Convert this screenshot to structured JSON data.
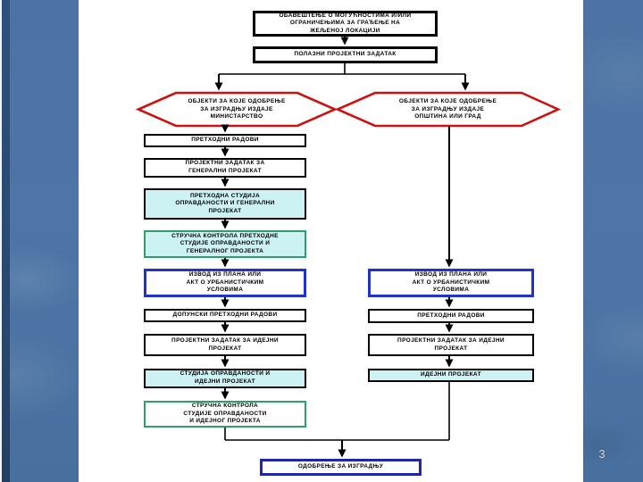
{
  "slide": {
    "page_number": "3"
  },
  "colors": {
    "bg": "#4c73a3",
    "bg_dark_bar": "#2b4d75",
    "canvas": "#ffffff",
    "line": "#000000",
    "red_border": "#cc1111",
    "green_border": "#2f9e68",
    "blue_border": "#2233cc",
    "navy_border": "#1f27a8",
    "cyan_fill": "#ccf2f4",
    "page_number_color": "#d9dee3"
  },
  "flowchart": {
    "start": [
      {
        "text": "ОБАВЕШТЕЊЕ О МОГУЋНОСТИМА И/ИЛИ\nОГРАНИЧЕЊИМА ЗА ГРАЂЕЊЕ НА\nЖЕЉЕНОЈ ЛОКАЦИЈИ"
      },
      {
        "text": "ПОЛАЗНИ ПРОЈЕКТНИ ЗАДАТАК"
      }
    ],
    "branches": [
      {
        "text": "ОБЈЕКТИ ЗА КОЈЕ ОДОБРЕЊЕ\nЗА ИЗГРАДЊУ ИЗДАЈЕ\nМИНИСТАРСТВО"
      },
      {
        "text": "ОБЈЕКТИ ЗА КОЈЕ ОДОБРЕЊЕ\nЗА ИЗГРАДЊУ ИЗДАЈЕ\nОПШТИНА ИЛИ ГРАД"
      }
    ],
    "left_column": [
      {
        "text": "ПРЕТХОДНИ РАДОВИ"
      },
      {
        "text": "ПРОЈЕКТНИ ЗАДАТАК ЗА\nГЕНЕРАЛНИ ПРОЈЕКАТ"
      },
      {
        "text": "ПРЕТХОДНА СТУДИЈА\nОПРАВДАНОСТИ И ГЕНЕРАЛНИ\nПРОЈЕКАТ"
      },
      {
        "text": "СТРУЧНА КОНТРОЛА ПРЕТХОДНЕ\nСТУДИЈЕ ОПРАВДАНОСТИ И\nГЕНЕРАЛНОГ ПРОЈЕКТА"
      },
      {
        "text": "ИЗВОД ИЗ ПЛАНА ИЛИ\nАКТ О УРБАНИСТИЧКИМ\nУСЛОВИМА"
      },
      {
        "text": "ДОПУНСКИ ПРЕТХОДНИ РАДОВИ"
      },
      {
        "text": "ПРОЈЕКТНИ ЗАДАТАК ЗА ИДЕЈНИ\nПРОЈЕКАТ"
      },
      {
        "text": "СТУДИЈА ОПРАВДАНОСТИ И\nИДЕЈНИ ПРОЈЕКАТ"
      },
      {
        "text": "СТРУЧНА КОНТРОЛА\nСТУДИЈЕ ОПРАВДАНОСТИ\nИ ИДЕЈНОГ ПРОЈЕКТА"
      }
    ],
    "right_column": [
      {
        "text": "ИЗВОД ИЗ ПЛАНА ИЛИ\nАКТ О УРБАНИСТИЧКИМ\nУСЛОВИМА"
      },
      {
        "text": "ПРЕТХОДНИ РАДОВИ"
      },
      {
        "text": "ПРОЈЕКТНИ ЗАДАТАК ЗА ИДЕЈНИ\nПРОЈЕКАТ"
      },
      {
        "text": "ИДЕЈНИ ПРОЈЕКАТ"
      }
    ],
    "end": {
      "text": "ОДОБРЕЊЕ ЗА ИЗГРАДЊУ"
    }
  }
}
